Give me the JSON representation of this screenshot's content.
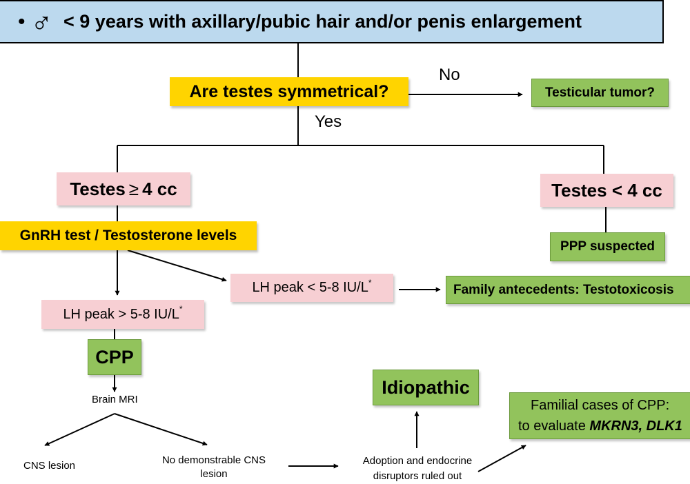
{
  "header": {
    "bullet": "•",
    "male_symbol": "♂",
    "text": "< 9 years with axillary/pubic hair and/or penis enlargement"
  },
  "nodes": {
    "symmetry_question": "Are testes symmetrical?",
    "no_label": "No",
    "yes_label": "Yes",
    "testicular_tumor": "Testicular tumor?",
    "testes_ge4_prefix": "Testes",
    "testes_ge4_symbol": "≥",
    "testes_ge4_suffix": "4 cc",
    "testes_lt4": "Testes < 4 cc",
    "gnrh_test": "GnRH test / Testosterone levels",
    "ppp_suspected": "PPP suspected",
    "lh_low": "LH peak < 5-8 IU/L",
    "lh_low_mark": "*",
    "family_testotoxicosis": "Family antecedents: Testotoxicosis",
    "lh_high": "LH peak > 5-8 IU/L",
    "lh_high_mark": "*",
    "cpp": "CPP",
    "brain_mri": "Brain MRI",
    "idiopathic": "Idiopathic",
    "familial_line1": "Familial cases of CPP:",
    "familial_line2_prefix": "to evaluate ",
    "familial_genes": "MKRN3, DLK1",
    "cns_lesion": "CNS lesion",
    "no_cns_line1": "No demonstrable CNS",
    "no_cns_line2": "lesion",
    "adoption_line1": "Adoption and endocrine",
    "adoption_line2": "disruptors ruled out"
  },
  "colors": {
    "header_fill": "#bcd9ee",
    "question_fill": "#ffd400",
    "pink_fill": "#f7cfd3",
    "green_fill": "#92c35c"
  }
}
